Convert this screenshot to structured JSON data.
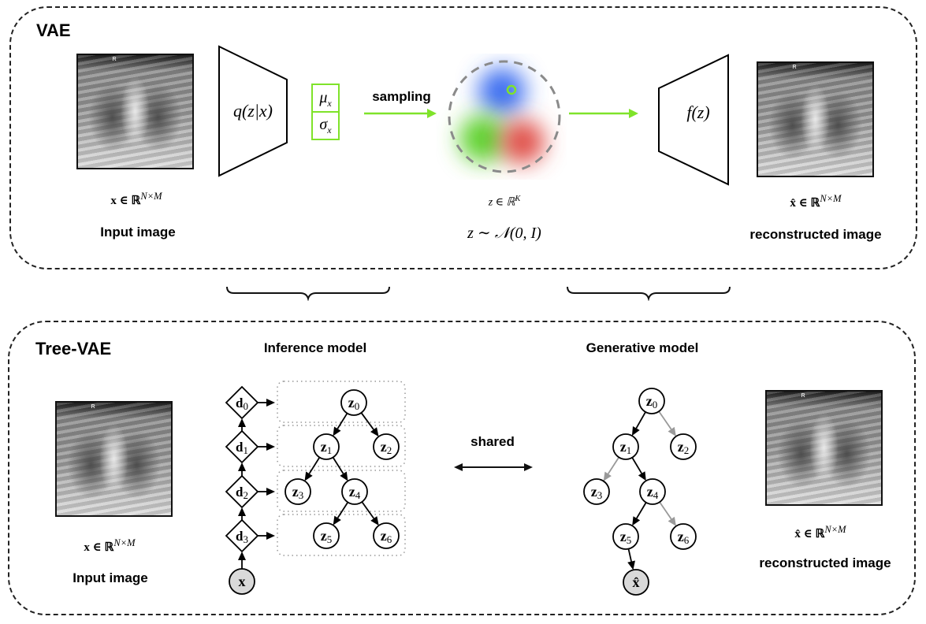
{
  "vae": {
    "title": "VAE",
    "input": {
      "math": "x ∈ ℝ",
      "sup": "N×M",
      "label": "Input image",
      "xray_marker": "R"
    },
    "encoder": {
      "label": "q(z|x)"
    },
    "latent_params": {
      "mu": "μ",
      "mu_sub": "x",
      "sigma": "σ",
      "sigma_sub": "x"
    },
    "sampling_label": "sampling",
    "latent": {
      "space": "z ∈ ℝ",
      "space_sup": "K",
      "prior": "z ∼ 𝒩(0, I)"
    },
    "decoder": {
      "label": "f(z)"
    },
    "output": {
      "math": "x̂ ∈ ℝ",
      "sup": "N×M",
      "label": "reconstructed image",
      "xray_marker": "R"
    },
    "colors": {
      "accent_green": "#7fe32a",
      "blob_blue": "#3d6ef0",
      "blob_green": "#5ed12f",
      "blob_red": "#e0504a"
    }
  },
  "tree_vae": {
    "title": "Tree-VAE",
    "input": {
      "math": "x ∈ ℝ",
      "sup": "N×M",
      "label": "Input image",
      "xray_marker": "R"
    },
    "inference_title": "Inference model",
    "generative_title": "Generative model",
    "shared_label": "shared",
    "output": {
      "math": "x̂ ∈ ℝ",
      "sup": "N×M",
      "label": "reconstructed image",
      "xray_marker": "R"
    },
    "inference": {
      "d_nodes": [
        "d0",
        "d1",
        "d2",
        "d3"
      ],
      "x_node": "x",
      "z_nodes": [
        "z0",
        "z1",
        "z2",
        "z3",
        "z4",
        "z5",
        "z6"
      ],
      "edges": [
        [
          "z0",
          "z1"
        ],
        [
          "z0",
          "z2"
        ],
        [
          "z1",
          "z3"
        ],
        [
          "z1",
          "z4"
        ],
        [
          "z4",
          "z5"
        ],
        [
          "z4",
          "z6"
        ]
      ]
    },
    "generative": {
      "z_nodes": [
        "z0",
        "z1",
        "z2",
        "z3",
        "z4",
        "z5",
        "z6"
      ],
      "x_hat_node": "x̂",
      "active_edges": [
        [
          "z0",
          "z1"
        ],
        [
          "z1",
          "z4"
        ],
        [
          "z4",
          "z5"
        ],
        [
          "z5",
          "x̂"
        ]
      ],
      "inactive_edges": [
        [
          "z0",
          "z2"
        ],
        [
          "z1",
          "z3"
        ],
        [
          "z4",
          "z6"
        ]
      ]
    }
  }
}
